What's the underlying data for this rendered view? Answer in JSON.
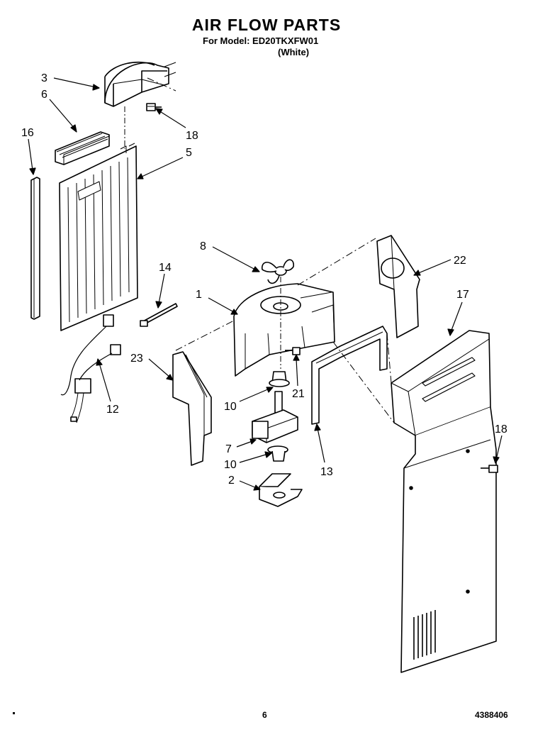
{
  "header": {
    "title": "AIR FLOW PARTS",
    "model_line": "For Model: ED20TKXFW01",
    "color_line": "(White)"
  },
  "callouts": [
    {
      "id": "c3",
      "label": "3"
    },
    {
      "id": "c6",
      "label": "6"
    },
    {
      "id": "c16",
      "label": "16"
    },
    {
      "id": "c18a",
      "label": "18"
    },
    {
      "id": "c5",
      "label": "5"
    },
    {
      "id": "c8",
      "label": "8"
    },
    {
      "id": "c22",
      "label": "22"
    },
    {
      "id": "c14",
      "label": "14"
    },
    {
      "id": "c1",
      "label": "1"
    },
    {
      "id": "c17",
      "label": "17"
    },
    {
      "id": "c23",
      "label": "23"
    },
    {
      "id": "c21",
      "label": "21"
    },
    {
      "id": "c10a",
      "label": "10"
    },
    {
      "id": "c12",
      "label": "12"
    },
    {
      "id": "c18b",
      "label": "18"
    },
    {
      "id": "c7",
      "label": "7"
    },
    {
      "id": "c10b",
      "label": "10"
    },
    {
      "id": "c13",
      "label": "13"
    },
    {
      "id": "c2",
      "label": "2"
    }
  ],
  "footer": {
    "page_number": "6",
    "doc_number": "4388406"
  }
}
